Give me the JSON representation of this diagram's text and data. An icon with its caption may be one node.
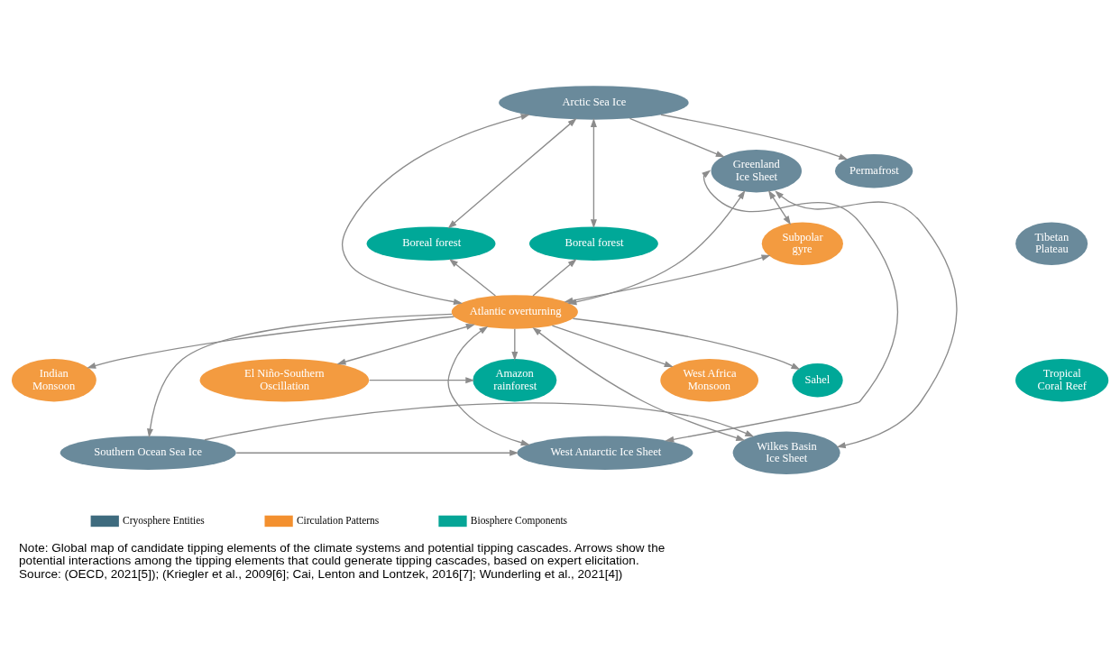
{
  "diagram": {
    "caption": "Note: Global map of candidate tipping elements of the climate systems and potential tipping cascades. Arrows show the potential interactions among the tipping elements that could generate tipping cascades, based on expert elicitation. Source: (OECD, 2021[5]); (Kriegler et al., 2009[6]; Cai, Lenton and Lontzek, 2016[7]; Wunderling et al., 2021[4])",
    "nodes": [
      {
        "text": [
          "Arctic Sea Ice"
        ]
      },
      {
        "text": [
          "Greenland Ice Sheet"
        ]
      },
      {
        "text": [
          "Permafrost"
        ]
      },
      {
        "text": [
          "Boreal forest"
        ]
      },
      {
        "text": [
          "Boreal forest"
        ]
      },
      {
        "text": [
          "Subpolar gyre"
        ]
      },
      {
        "text": [
          "Tibetan Plateau"
        ]
      },
      {
        "text": [
          "Atlantic overturning"
        ]
      },
      {
        "text": [
          "El Niño-Southern Oscillation"
        ]
      },
      {
        "text": [
          "West Africa Monsoon"
        ]
      },
      {
        "text": [
          "Sahel"
        ]
      },
      {
        "text": [
          "Indian Monsoon"
        ]
      },
      {
        "text": [
          "Amazon rainforest"
        ]
      },
      {
        "text": [
          "Tropical Coral Reef"
        ]
      },
      {
        "text": [
          "West Antarctic Ice Sheet"
        ]
      },
      {
        "text": [
          "Southern Ocean Sea Ice"
        ]
      },
      {
        "text": [
          "Wilkes Basin Ice Sheet"
        ]
      }
    ],
    "edges": [
      {
        "from": 0,
        "to": 3,
        "arrow": "both"
      },
      {
        "from": 0,
        "to": 1,
        "arrow": "to"
      },
      {
        "from": 0,
        "to": 2,
        "arrow": "to"
      },
      {
        "from": 0,
        "to": 4,
        "arrow": "both"
      },
      {
        "from": 0,
        "to": 7,
        "arrow": "both"
      },
      {
        "from": 1,
        "to": 14,
        "arrow": "both"
      },
      {
        "from": 1,
        "to": 16,
        "arrow": "both"
      },
      {
        "from": 1,
        "to": 5,
        "arrow": "both"
      },
      {
        "from": 1,
        "to": 7,
        "arrow": "both"
      },
      {
        "from": 5,
        "to": 7,
        "arrow": "both"
      },
      {
        "from": 7,
        "to": 3,
        "arrow": "to"
      },
      {
        "from": 7,
        "to": 8,
        "arrow": "both"
      },
      {
        "from": 7,
        "to": 4,
        "arrow": "to"
      },
      {
        "from": 7,
        "to": 11,
        "arrow": "to"
      },
      {
        "from": 7,
        "to": 10,
        "arrow": "to"
      },
      {
        "from": 7,
        "to": 9,
        "arrow": "to"
      },
      {
        "from": 7,
        "to": 12,
        "arrow": "to"
      },
      {
        "from": 8,
        "to": 12,
        "arrow": "to"
      },
      {
        "from": 7,
        "to": 14,
        "arrow": "both"
      },
      {
        "from": 7,
        "to": 15,
        "arrow": "to"
      },
      {
        "from": 7,
        "to": 16,
        "arrow": "both"
      },
      {
        "from": 15,
        "to": 14,
        "arrow": "to"
      },
      {
        "from": 15,
        "to": 16,
        "arrow": "to"
      }
    ],
    "legend": [
      {
        "text": "Cryosphere Entities",
        "color": "#3e6b7e"
      },
      {
        "text": "Circulation Patterns",
        "color": "#f3902f"
      },
      {
        "text": "Biosphere Components",
        "color": "#05a596"
      }
    ]
  }
}
